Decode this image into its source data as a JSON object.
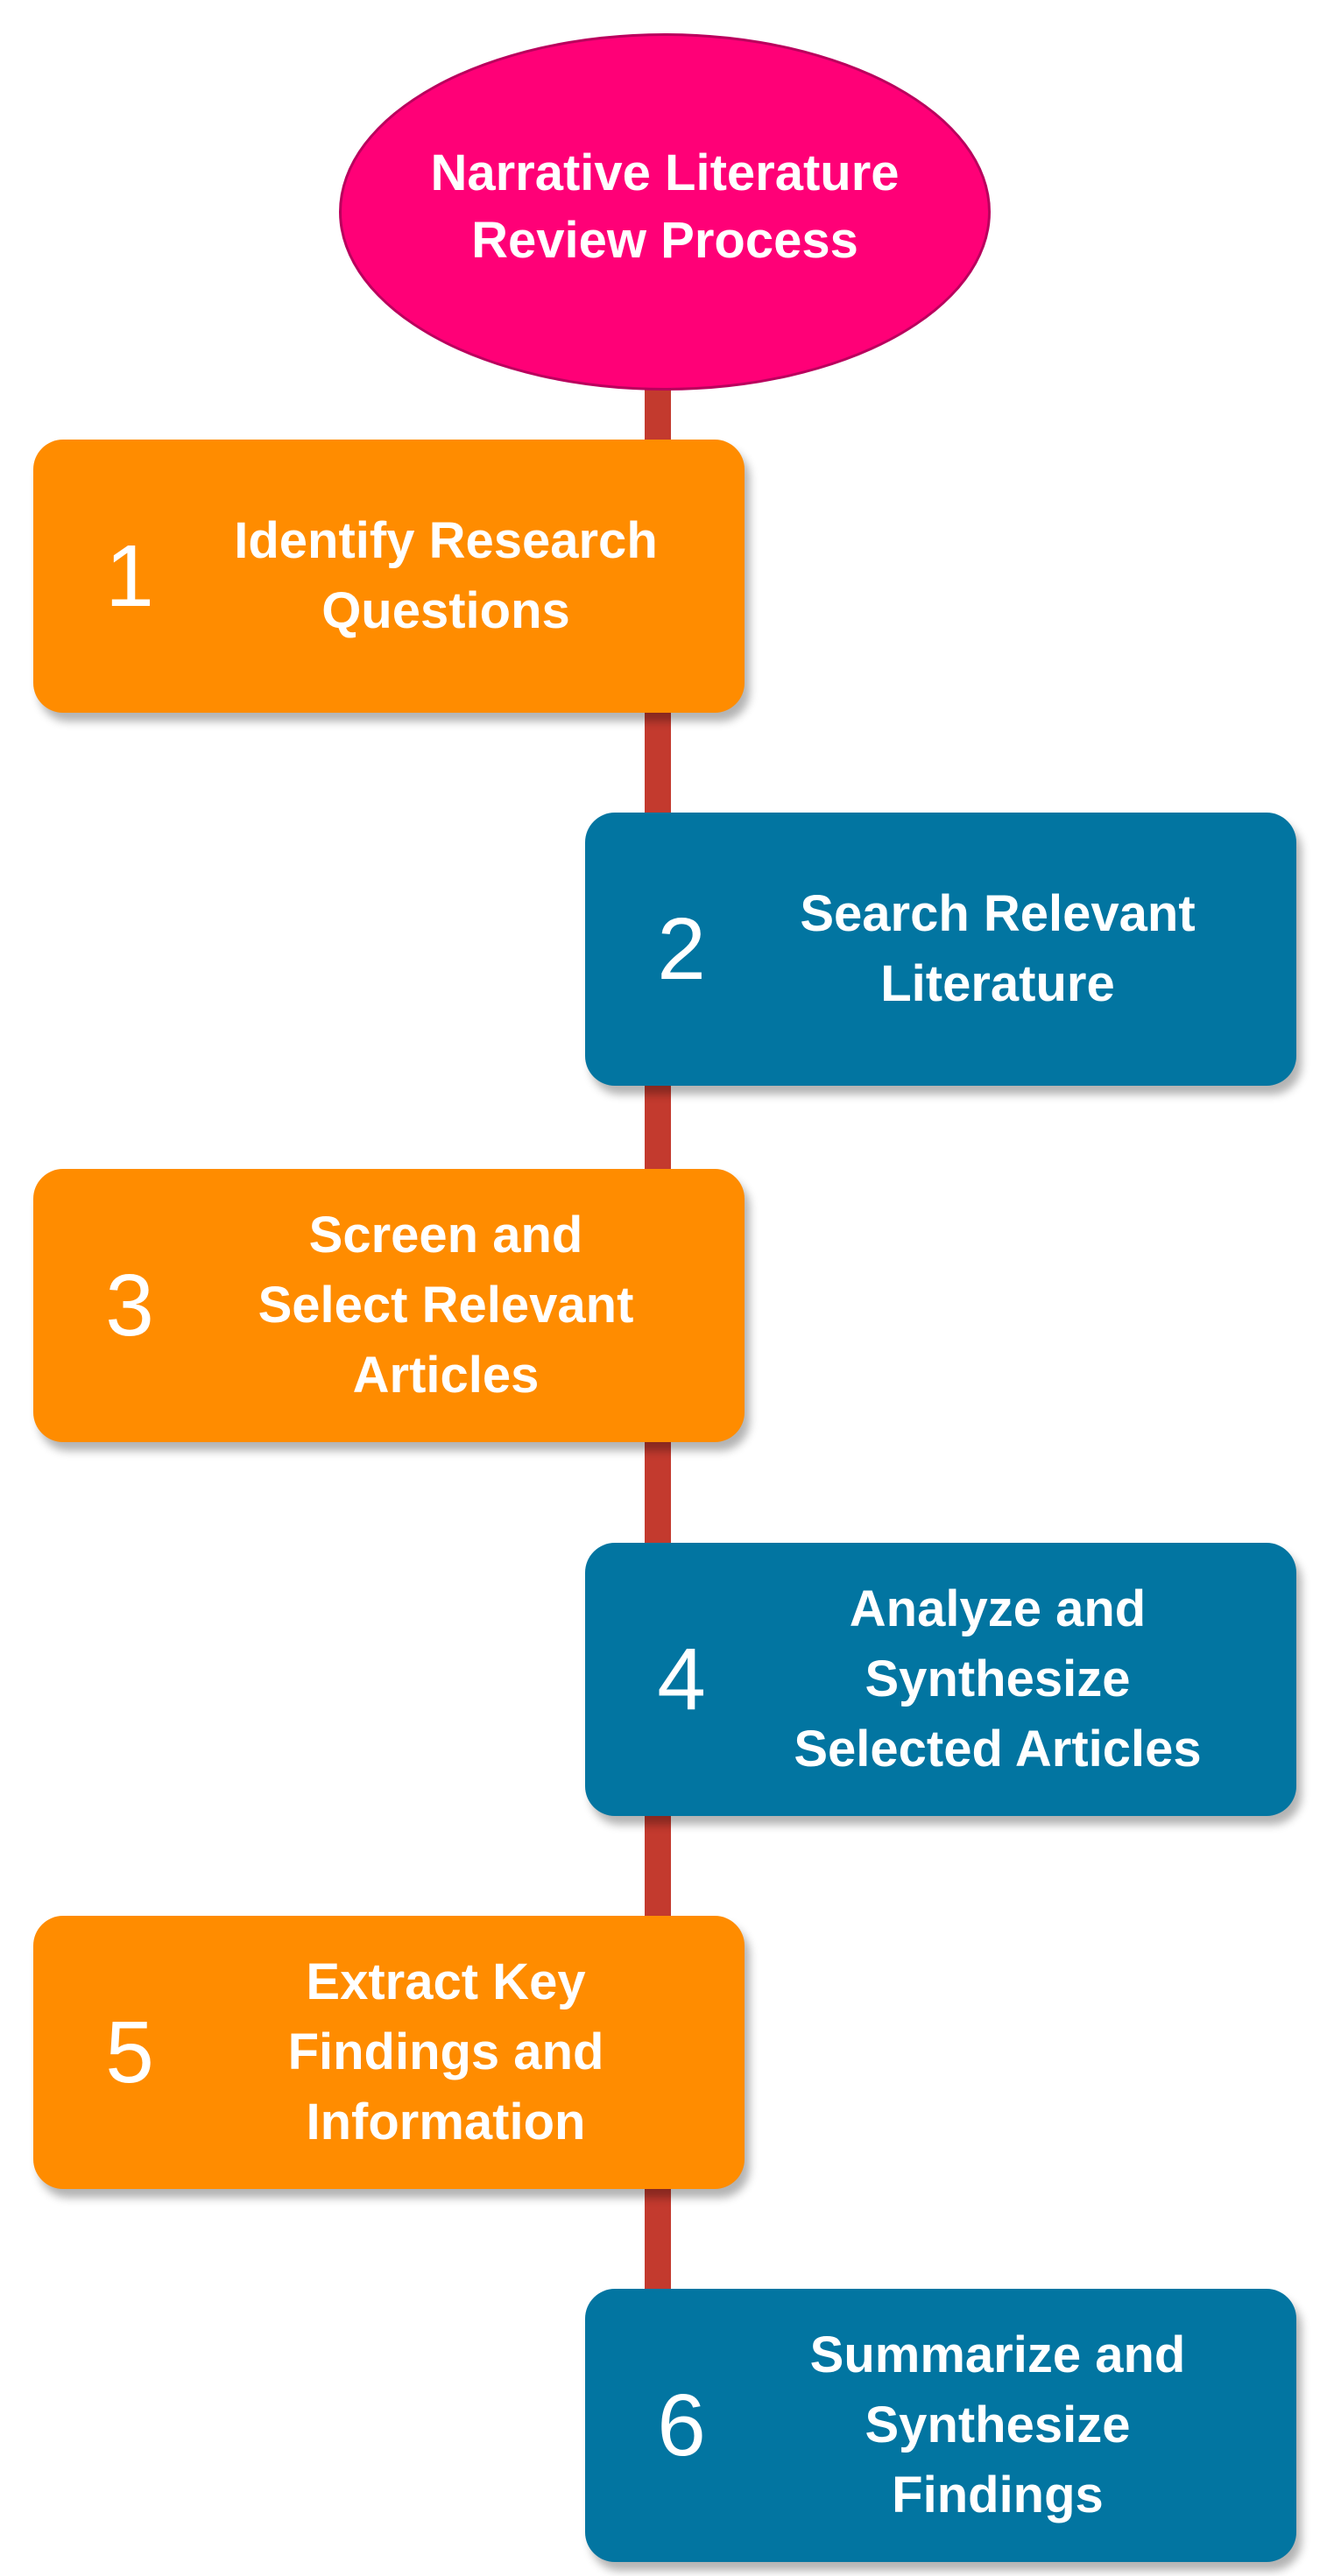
{
  "title": {
    "text": "Narrative Literature\nReview Process",
    "fill": "#ff0077"
  },
  "connector_color": "#c33a2e",
  "steps": [
    {
      "number": "1",
      "label": "Identify Research\nQuestions",
      "fill": "#ff8c00"
    },
    {
      "number": "2",
      "label": "Search Relevant\nLiterature",
      "fill": "#0275a1"
    },
    {
      "number": "3",
      "label": "Screen and\nSelect Relevant\nArticles",
      "fill": "#ff8c00"
    },
    {
      "number": "4",
      "label": "Analyze and\nSynthesize\nSelected Articles",
      "fill": "#0275a1"
    },
    {
      "number": "5",
      "label": "Extract Key\nFindings and\nInformation",
      "fill": "#ff8c00"
    },
    {
      "number": "6",
      "label": "Summarize and\nSynthesize\nFindings",
      "fill": "#0275a1"
    }
  ]
}
